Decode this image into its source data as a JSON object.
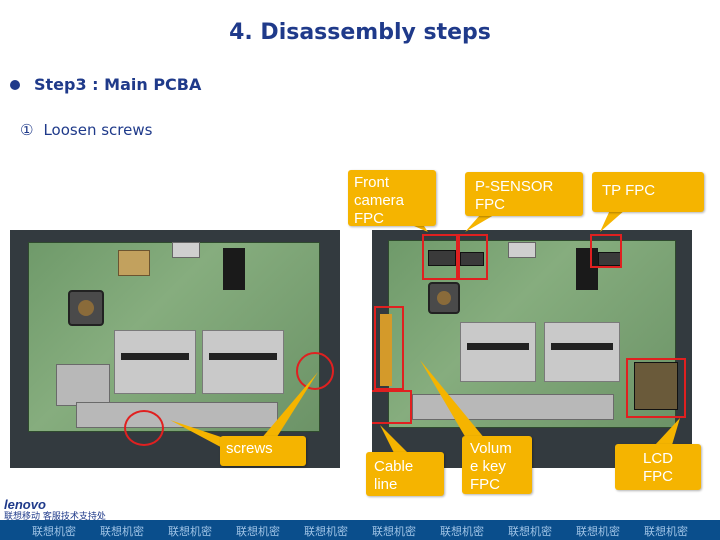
{
  "slide": {
    "title": "4. Disassembly steps",
    "step": "Step3 : Main PCBA",
    "substep_number": "①",
    "substep": "Loosen screws"
  },
  "callouts": {
    "front_camera": [
      "Front",
      "camera",
      "FPC"
    ],
    "p_sensor": [
      "P-SENSOR",
      "FPC"
    ],
    "tp_fpc": [
      "TP FPC"
    ],
    "screws": [
      "screws"
    ],
    "cable_line": [
      "Cable",
      "line"
    ],
    "volume_key": [
      "Volum",
      "e key",
      "FPC"
    ],
    "lcd_fpc": [
      "LCD",
      "FPC"
    ]
  },
  "footer": {
    "logo": "lenovo",
    "logo_cn": "联想移动 客服技术支持处",
    "watermarks": [
      "联想机密",
      "联想机密",
      "联想机密",
      "联想机密",
      "联想机密",
      "联想机密",
      "联想机密",
      "联想机密",
      "联想机密",
      "联想机密"
    ]
  },
  "colors": {
    "title": "#1f3a8a",
    "callout": "#f5b400",
    "highlight": "#e02020",
    "footer_bar": "#0a4e8c"
  }
}
